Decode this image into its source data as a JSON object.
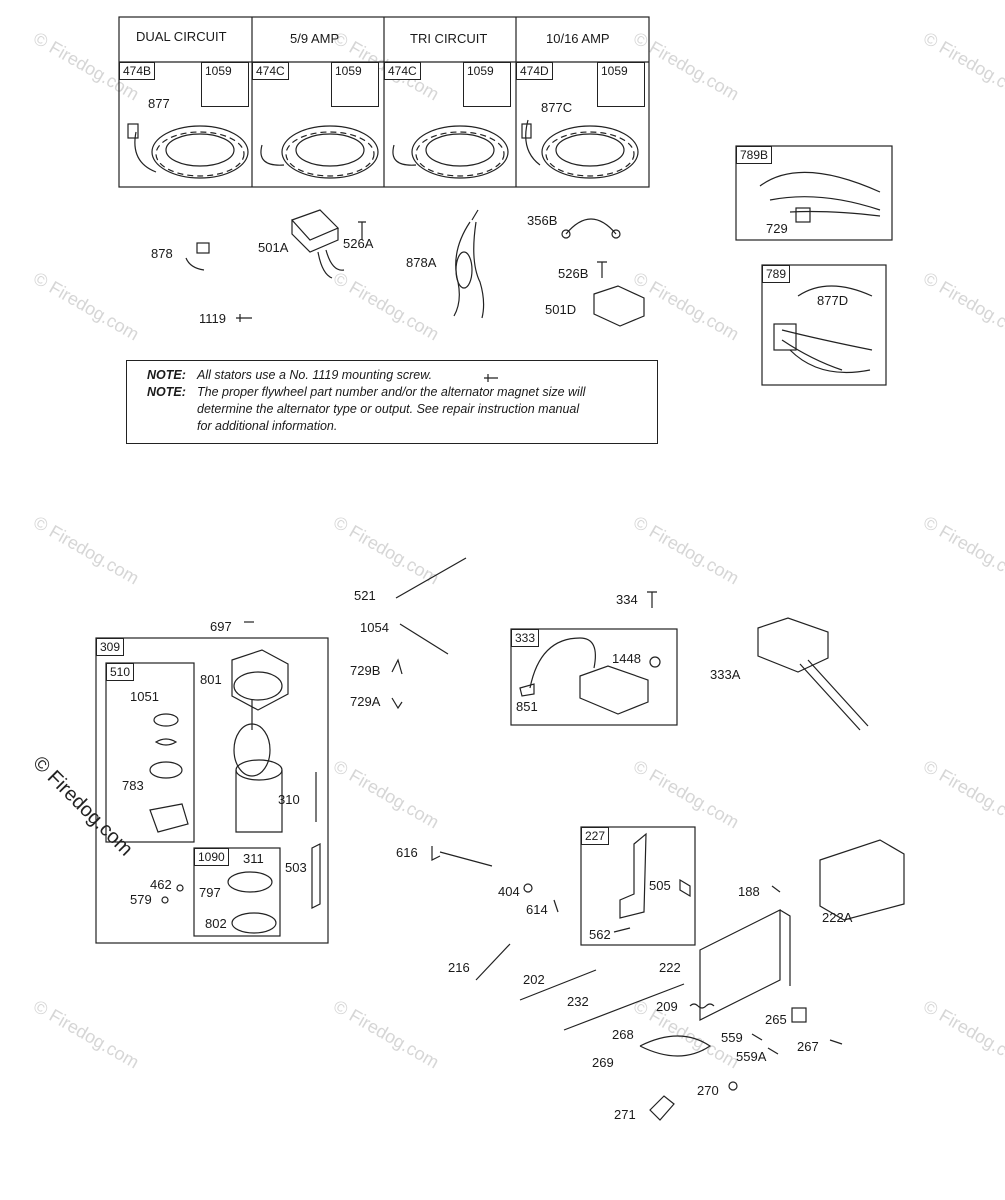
{
  "watermark": "© Firedog.com",
  "stator_table": {
    "headers": [
      "DUAL CIRCUIT",
      "5/9 AMP",
      "TRI CIRCUIT",
      "10/16 AMP"
    ],
    "stators": [
      "474B",
      "474C",
      "474C",
      "474D"
    ],
    "screw_tags": [
      "1059",
      "1059",
      "1059",
      "1059"
    ],
    "plug_labels": {
      "dual": "877",
      "amp16": "877C"
    }
  },
  "harness_boxes": {
    "box1_tag": "789B",
    "box1_part": "729",
    "box2_tag": "789",
    "box2_part": "877D"
  },
  "note": {
    "prefix": "NOTE:",
    "line1": "All stators use a No. 1119 mounting screw.",
    "line2a": "The proper flywheel part number and/or the alternator magnet size will",
    "line2b": "determine the alternator type or output. See repair instruction manual",
    "line2c": "for additional information."
  },
  "labels": {
    "p878": "878",
    "p501A": "501A",
    "p526A": "526A",
    "p878A": "878A",
    "p356B": "356B",
    "p526B": "526B",
    "p501D": "501D",
    "p1119": "1119",
    "p521": "521",
    "p1054": "1054",
    "p729B": "729B",
    "p729A": "729A",
    "p697": "697",
    "p334": "334",
    "p1448": "1448",
    "p851": "851",
    "p333A": "333A",
    "p1051": "1051",
    "p801": "801",
    "p783": "783",
    "p310": "310",
    "p311": "311",
    "p503": "503",
    "p462": "462",
    "p579": "579",
    "p797": "797",
    "p802": "802",
    "p616": "616",
    "p404": "404",
    "p614": "614",
    "p505": "505",
    "p562": "562",
    "p188": "188",
    "p222A": "222A",
    "p216": "216",
    "p202": "202",
    "p222": "222",
    "p232": "232",
    "p209": "209",
    "p265": "265",
    "p268": "268",
    "p559": "559",
    "p267": "267",
    "p269": "269",
    "p559A": "559A",
    "p270": "270",
    "p271": "271"
  },
  "box_tags": {
    "starter": "309",
    "drive": "510",
    "coil": "333",
    "brush": "1090",
    "control": "227"
  },
  "colors": {
    "line": "#222222",
    "watermark": "#d6d6d6"
  }
}
